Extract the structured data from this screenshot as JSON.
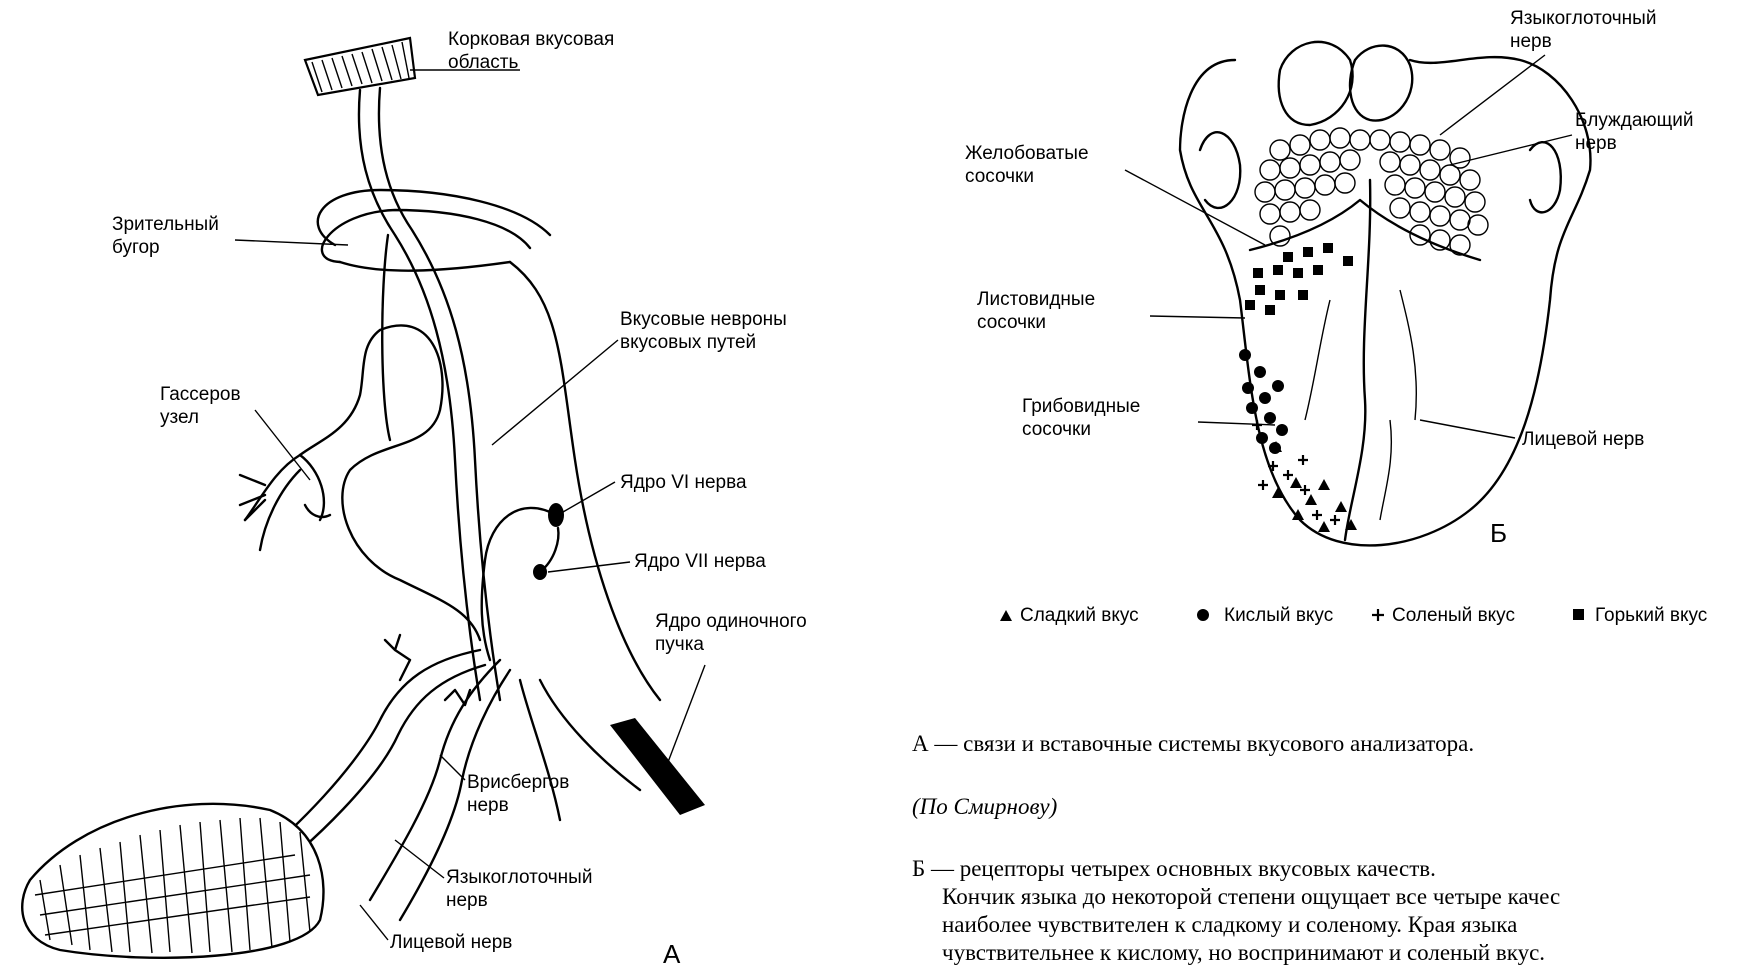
{
  "figure_a": {
    "panel_letter": "А",
    "labels": {
      "cortex": [
        "Корковая вкусовая",
        "область"
      ],
      "thalamus": [
        "Зрительный",
        "бугор"
      ],
      "gasser": [
        "Гассеров",
        "узел"
      ],
      "taste_neurons": [
        "Вкусовые невроны",
        "вкусовых путей"
      ],
      "nucleus_vi": "Ядро VI нерва",
      "nucleus_vii": "Ядро VII нерва",
      "solitary": [
        "Ядро одиночного",
        "пучка"
      ],
      "wrisberg": [
        "Врисбергов",
        "нерв"
      ],
      "glosso": [
        "Языкоглоточный",
        "нерв"
      ],
      "facial": "Лицевой нерв"
    }
  },
  "figure_b": {
    "panel_letter": "Б",
    "labels": {
      "glosso": [
        "Языкоглоточный",
        "нерв"
      ],
      "vagus": [
        "Блуждающий",
        "нерв"
      ],
      "vallate": [
        "Желобоватые",
        "сосочки"
      ],
      "foliate": [
        "Листовидные",
        "сосочки"
      ],
      "fungiform": [
        "Грибовидные",
        "сосочки"
      ],
      "facial": "Лицевой нерв"
    }
  },
  "legend": [
    {
      "symbol": "triangle",
      "label": "Сладкий вкус"
    },
    {
      "symbol": "circle",
      "label": "Кислый вкус"
    },
    {
      "symbol": "plus",
      "label": "Соленый вкус"
    },
    {
      "symbol": "square",
      "label": "Горький вкус"
    }
  ],
  "caption": {
    "a_line": "А — связи и вставочные системы вкусового анализатора.",
    "source": "(По Смирнову)",
    "b_lines": [
      "Б — рецепторы четырех основных вкусовых качеств.",
      "Кончик языка до некоторой степени ощущает все четыре качес",
      "наиболее чувствителен к сладкому и соленому. Края языка",
      "чувствительнее к кислому, но воспринимают и соленый вкус."
    ]
  }
}
